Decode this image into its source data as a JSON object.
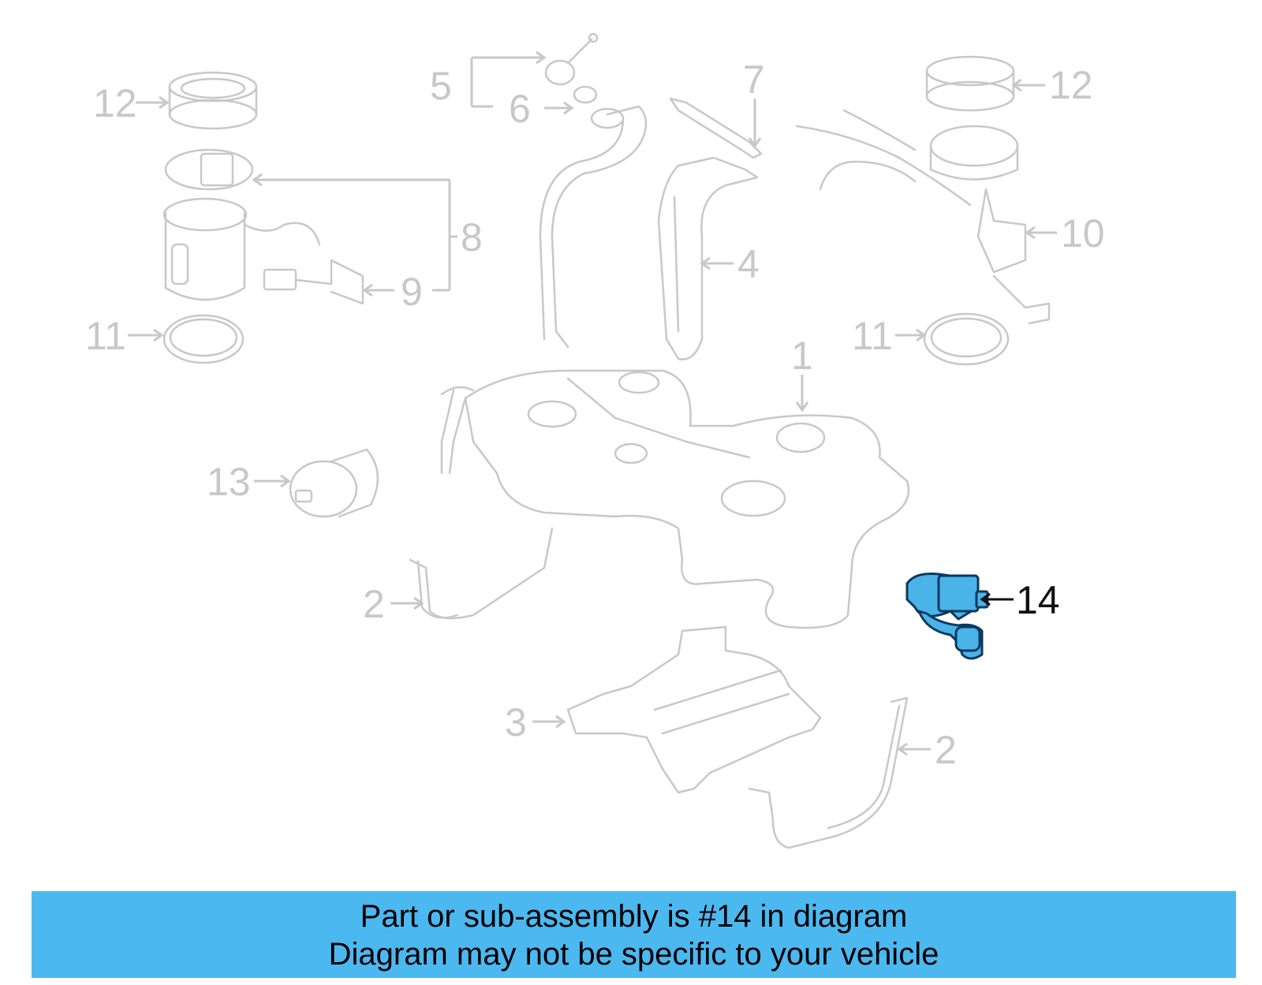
{
  "callouts": [
    {
      "id": "c12a",
      "text": "12"
    },
    {
      "id": "c5",
      "text": "5"
    },
    {
      "id": "c6",
      "text": "6"
    },
    {
      "id": "c7",
      "text": "7"
    },
    {
      "id": "c12b",
      "text": "12"
    },
    {
      "id": "c8",
      "text": "8"
    },
    {
      "id": "c4",
      "text": "4"
    },
    {
      "id": "c10",
      "text": "10"
    },
    {
      "id": "c9",
      "text": "9"
    },
    {
      "id": "c11a",
      "text": "11"
    },
    {
      "id": "c11b",
      "text": "11"
    },
    {
      "id": "c1",
      "text": "1"
    },
    {
      "id": "c13",
      "text": "13"
    },
    {
      "id": "c14",
      "text": "14"
    },
    {
      "id": "c2a",
      "text": "2"
    },
    {
      "id": "c3",
      "text": "3"
    },
    {
      "id": "c2b",
      "text": "2"
    }
  ],
  "highlight": {
    "part_number": "14",
    "color": "#4ab3e8"
  },
  "banner": {
    "line1": "Part or sub-assembly is #14 in diagram",
    "line2": "Diagram may not be specific to your vehicle",
    "background": "#4cb8f0"
  }
}
